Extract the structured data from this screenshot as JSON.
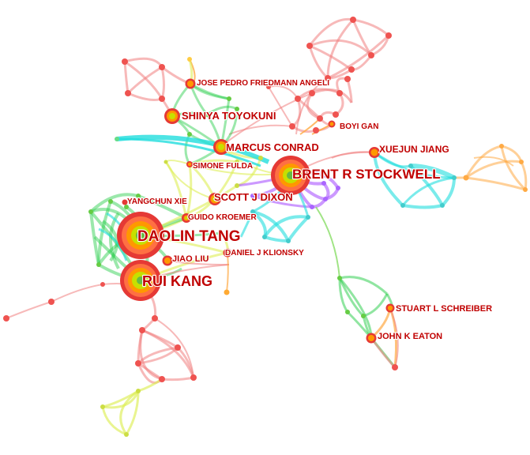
{
  "colors": {
    "background": "#ffffff",
    "label": "#c00000",
    "red_cluster": "#f08080",
    "green_cluster": "#22cc44",
    "yellow_cluster": "#ddee55",
    "cyan_cluster": "#22dddd",
    "purple_cluster": "#aa55ff",
    "orange_cluster": "#ffaa44",
    "node_outer": "#e53935",
    "node_mid": "#ff7043",
    "node_inner": "#c6e000"
  },
  "labels": {
    "rui_kang": "RUI KANG",
    "daolin_tang": "DAOLIN TANG",
    "brent_r_stockwell": "BRENT R STOCKWELL",
    "shinya_toyokuni": "SHINYA TOYOKUNI",
    "marcus_conrad": "MARCUS CONRAD",
    "scott_j_dixon": "SCOTT J DIXON",
    "jose_pedro_friedmann_angeli": "JOSE PEDRO FRIEDMANN ANGELI",
    "boyi_gan": "BOYI GAN",
    "xuejun_jiang": "XUEJUN JIANG",
    "simone_fulda": "SIMONE FULDA",
    "yangchun_xie": "YANGCHUN XIE",
    "guido_kroemer": "GUIDO KROEMER",
    "jiao_liu": "JIAO LIU",
    "daniel_j_klionsky": "DANIEL J KLIONSKY",
    "stuart_l_schreiber": "STUART L SCHREIBER",
    "john_k_eaton": "JOHN K EATON"
  }
}
